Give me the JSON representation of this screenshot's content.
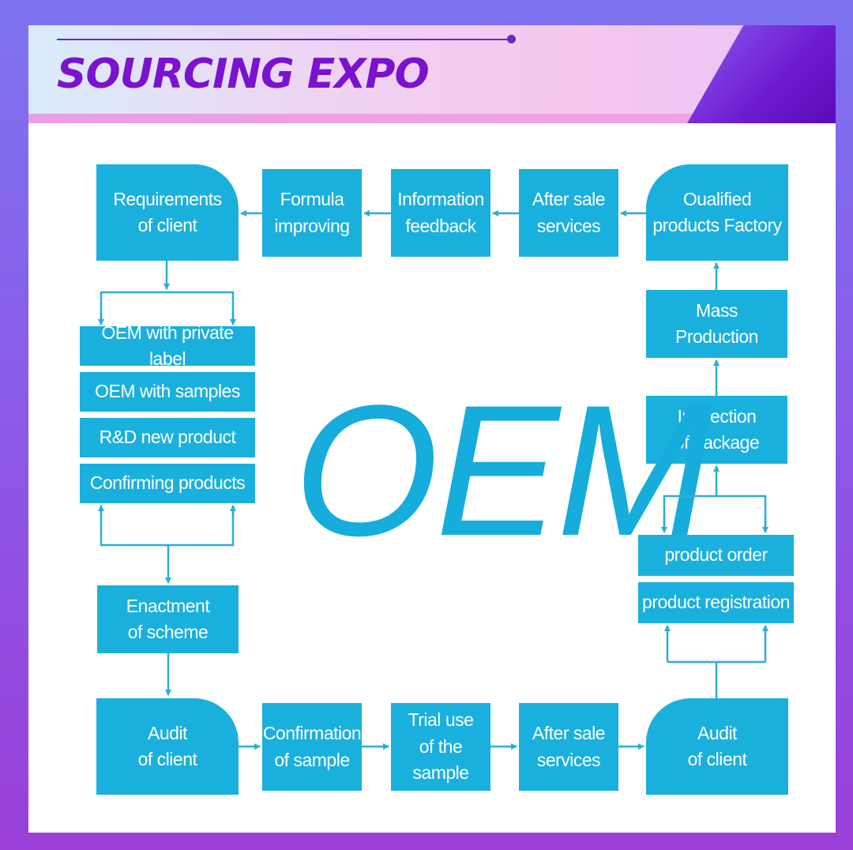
{
  "header": {
    "title": "SOURCING EXPO"
  },
  "center_label": "OEM",
  "nodes": {
    "requirements": "Requirements\nof client",
    "formula": "Formula\nimproving",
    "info_feedback": "Information\nfeedback",
    "after_sale_top": "After sale\nservices",
    "qualified_factory": "Oualified\nproducts Factory",
    "oem_private_label": "OEM with private label",
    "oem_samples": "OEM with samples",
    "rd_new_product": "R&D new product",
    "confirming_products": "Confirming products",
    "enactment": "Enactment\nof scheme",
    "audit_left": "Audit\nof  client",
    "confirmation_sample": "Confirmation\nof sample",
    "trial_use": "Trial use\nof the sample",
    "after_sale_bottom": "After sale\nservices",
    "audit_right": "Audit\nof client",
    "mass_production": "Mass\nProduction",
    "inspection": "Inspection\nof package",
    "product_order": "product order",
    "product_registration": "product registration"
  },
  "colors": {
    "node_fill": "#1ab0dd",
    "title": "#7a12cf",
    "arrow": "#2aaed8",
    "background": "#8a5ce8"
  }
}
